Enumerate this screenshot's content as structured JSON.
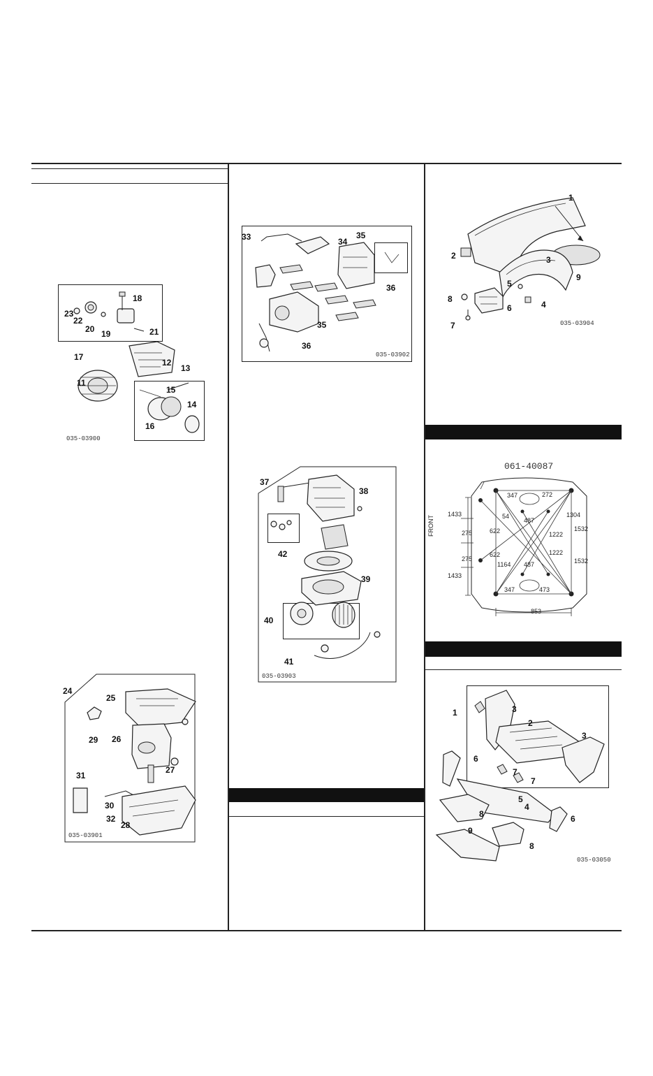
{
  "col1": {
    "diag_a": {
      "code": "035-03900",
      "labels": [
        "23",
        "22",
        "20",
        "19",
        "18",
        "21",
        "17",
        "12",
        "11",
        "13",
        "15",
        "16",
        "14"
      ]
    },
    "diag_b": {
      "code": "035-03901",
      "labels": [
        "24",
        "25",
        "29",
        "26",
        "27",
        "31",
        "30",
        "32",
        "28"
      ]
    }
  },
  "col2": {
    "diag_a": {
      "code": "035-03902",
      "labels": [
        "33",
        "34",
        "35",
        "36",
        "35",
        "36"
      ]
    },
    "diag_b": {
      "code": "035-03903",
      "labels": [
        "37",
        "38",
        "42",
        "39",
        "40",
        "41"
      ]
    }
  },
  "col3": {
    "diag_a": {
      "code": "035-03904",
      "labels": [
        "1",
        "2",
        "3",
        "9",
        "5",
        "4",
        "8",
        "6",
        "7"
      ]
    },
    "diag_b": {
      "code": "061-40087",
      "dims": [
        "347",
        "272",
        "1433",
        "54",
        "487",
        "1304",
        "275",
        "622",
        "1222",
        "1532",
        "275",
        "622",
        "1222",
        "1532",
        "1433",
        "1164",
        "487",
        "347",
        "473",
        "853"
      ],
      "side_label": "FRONT"
    },
    "diag_c": {
      "code": "035-03050",
      "labels": [
        "1",
        "3",
        "2",
        "3",
        "6",
        "7",
        "7",
        "5",
        "4",
        "8",
        "6",
        "9",
        "8"
      ]
    }
  }
}
